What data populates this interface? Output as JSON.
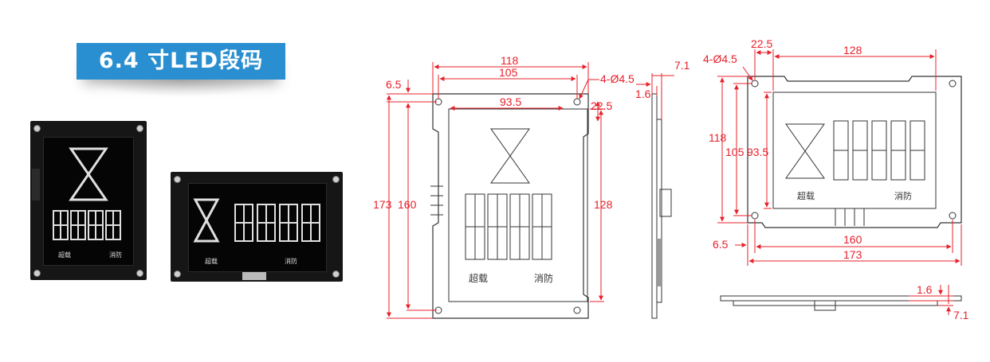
{
  "banner": {
    "title": "6.4 寸LED段码"
  },
  "product": {
    "label_overload": "超载",
    "label_fire": "消防"
  },
  "front_view": {
    "dim_width_outer": "118",
    "dim_width_inner": "105",
    "dim_screen_width": "93.5",
    "dim_hole": "4-Ø4.5",
    "dim_offset_small": "6.5",
    "dim_offset_top": "22.5",
    "dim_height_outer": "173",
    "dim_height_inner": "160",
    "dim_screen_height": "128",
    "label_overload": "超载",
    "label_fire": "消防"
  },
  "side_view": {
    "dim_thickness": "7.1",
    "dim_board": "1.6"
  },
  "landscape_view": {
    "dim_hole": "4-Ø4.5",
    "dim_offset_left": "22.5",
    "dim_screen_width": "128",
    "dim_height_outer": "118",
    "dim_height_inner": "105",
    "dim_screen_height": "93.5",
    "dim_offset_small": "6.5",
    "dim_width_inner": "160",
    "dim_width_outer": "173",
    "label_overload": "超载",
    "label_fire": "消防"
  },
  "bottom_view": {
    "dim_board": "1.6",
    "dim_thickness": "7.1"
  },
  "colors": {
    "dimension": "#e8202a",
    "outline": "#333333",
    "banner": "#2a8fd0"
  }
}
